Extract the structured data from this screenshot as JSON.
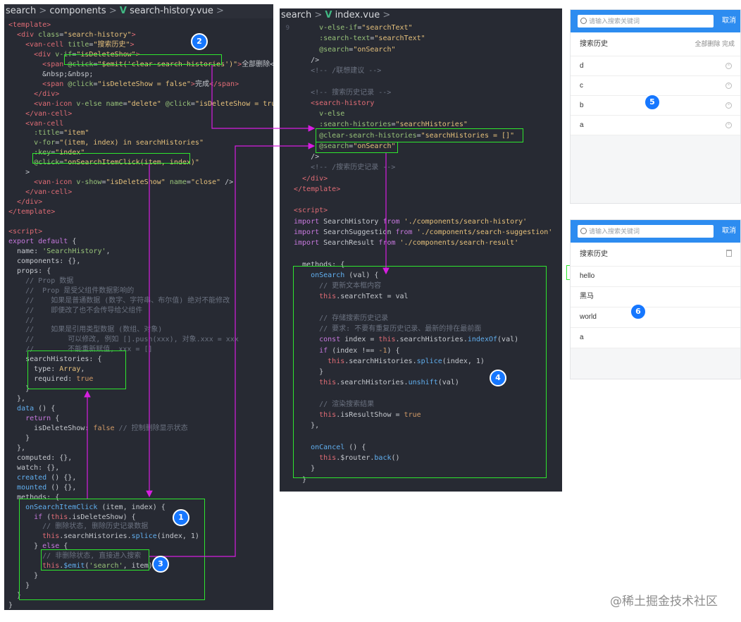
{
  "left_panel": {
    "breadcrumb": {
      "part1": "search",
      "part2": "components",
      "file": "search-history.vue"
    },
    "lines": [
      [
        [
          "t",
          "<template>"
        ]
      ],
      [
        [
          "w",
          "  "
        ],
        [
          "t",
          "<div"
        ],
        [
          "a",
          " class"
        ],
        [
          "w",
          "="
        ],
        [
          "s",
          "\"search-history\""
        ],
        [
          "t",
          ">"
        ]
      ],
      [
        [
          "w",
          "    "
        ],
        [
          "t",
          "<van-cell"
        ],
        [
          "a",
          " title"
        ],
        [
          "w",
          "="
        ],
        [
          "s",
          "\"搜索历史\""
        ],
        [
          "t",
          ">"
        ]
      ],
      [
        [
          "w",
          "      "
        ],
        [
          "t",
          "<div"
        ],
        [
          "a",
          " v-if"
        ],
        [
          "w",
          "="
        ],
        [
          "s",
          "\"isDeleteShow\""
        ],
        [
          "t",
          ">"
        ]
      ],
      [
        [
          "w",
          "        "
        ],
        [
          "t",
          "<span"
        ],
        [
          "a",
          " @click"
        ],
        [
          "w",
          "="
        ],
        [
          "s",
          "\"$emit('clear-search-histories')\""
        ],
        [
          "t",
          ">"
        ],
        [
          "w",
          "全部删除</sp"
        ]
      ],
      [
        [
          "w",
          "        &nbsp;&nbsp;"
        ]
      ],
      [
        [
          "w",
          "        "
        ],
        [
          "t",
          "<span"
        ],
        [
          "a",
          " @click"
        ],
        [
          "w",
          "="
        ],
        [
          "s",
          "\"isDeleteShow = false\""
        ],
        [
          "t",
          ">"
        ],
        [
          "w",
          "完成"
        ],
        [
          "t",
          "</span>"
        ]
      ],
      [
        [
          "w",
          "      "
        ],
        [
          "t",
          "</div>"
        ]
      ],
      [
        [
          "w",
          "      "
        ],
        [
          "t",
          "<van-icon"
        ],
        [
          "a",
          " v-else name"
        ],
        [
          "w",
          "="
        ],
        [
          "s",
          "\"delete\""
        ],
        [
          "a",
          " @click"
        ],
        [
          "w",
          "="
        ],
        [
          "s",
          "\"isDeleteShow = true\""
        ],
        [
          "w",
          " /"
        ]
      ],
      [
        [
          "w",
          "    "
        ],
        [
          "t",
          "</van-cell>"
        ]
      ],
      [
        [
          "w",
          "    "
        ],
        [
          "t",
          "<van-cell"
        ]
      ],
      [
        [
          "a",
          "      :title"
        ],
        [
          "w",
          "="
        ],
        [
          "s",
          "\"item\""
        ]
      ],
      [
        [
          "a",
          "      v-for"
        ],
        [
          "w",
          "="
        ],
        [
          "s",
          "\"(item, index) in searchHistories\""
        ]
      ],
      [
        [
          "a",
          "      :key"
        ],
        [
          "w",
          "="
        ],
        [
          "s",
          "\"index\""
        ]
      ],
      [
        [
          "a",
          "      @click"
        ],
        [
          "w",
          "="
        ],
        [
          "s",
          "\"onSearchItemClick(item, index)\""
        ]
      ],
      [
        [
          "w",
          "    >"
        ]
      ],
      [
        [
          "w",
          "      "
        ],
        [
          "t",
          "<van-icon"
        ],
        [
          "a",
          " v-show"
        ],
        [
          "w",
          "="
        ],
        [
          "s",
          "\"isDeleteShow\""
        ],
        [
          "a",
          " name"
        ],
        [
          "w",
          "="
        ],
        [
          "s",
          "\"close\""
        ],
        [
          "w",
          " />"
        ]
      ],
      [
        [
          "w",
          "    "
        ],
        [
          "t",
          "</van-cell>"
        ]
      ],
      [
        [
          "w",
          "  "
        ],
        [
          "t",
          "</div>"
        ]
      ],
      [
        [
          "t",
          "</template>"
        ]
      ],
      [
        [
          "w",
          ""
        ]
      ],
      [
        [
          "t",
          "<script>"
        ]
      ],
      [
        [
          "k",
          "export default"
        ],
        [
          "w",
          " {"
        ]
      ],
      [
        [
          "w",
          "  name: "
        ],
        [
          "a",
          "'SearchHistory'"
        ],
        [
          "w",
          ","
        ]
      ],
      [
        [
          "w",
          "  components: {},"
        ]
      ],
      [
        [
          "w",
          "  props: {"
        ]
      ],
      [
        [
          "c",
          "    // Prop 数据"
        ]
      ],
      [
        [
          "c",
          "    //  Prop 是受父组件数据影响的"
        ]
      ],
      [
        [
          "c",
          "    //    如果是普通数据 (数字、字符串、布尔值) 绝对不能修改"
        ]
      ],
      [
        [
          "c",
          "    //    即便改了也不会传导给父组件"
        ]
      ],
      [
        [
          "c",
          "    //"
        ]
      ],
      [
        [
          "c",
          "    //    如果是引用类型数据 (数组、对象)"
        ]
      ],
      [
        [
          "c",
          "    //        可以修改, 例如 [].push(xxx), 对象.xxx = xxx"
        ]
      ],
      [
        [
          "c",
          "    //        不能重新赋值, xxx = []"
        ]
      ],
      [
        [
          "w",
          "    searchHistories: {"
        ]
      ],
      [
        [
          "w",
          "      type: "
        ],
        [
          "s",
          "Array"
        ],
        [
          "w",
          ","
        ]
      ],
      [
        [
          "w",
          "      required: "
        ],
        [
          "n",
          "true"
        ]
      ],
      [
        [
          "w",
          "    }"
        ]
      ],
      [
        [
          "w",
          "  },"
        ]
      ],
      [
        [
          "w",
          "  "
        ],
        [
          "f",
          "data"
        ],
        [
          "w",
          " () {"
        ]
      ],
      [
        [
          "k",
          "    return"
        ],
        [
          "w",
          " {"
        ]
      ],
      [
        [
          "w",
          "      isDeleteShow: "
        ],
        [
          "n",
          "false"
        ],
        [
          "c",
          " // 控制删除显示状态"
        ]
      ],
      [
        [
          "w",
          "    }"
        ]
      ],
      [
        [
          "w",
          "  },"
        ]
      ],
      [
        [
          "w",
          "  computed: {},"
        ]
      ],
      [
        [
          "w",
          "  watch: {},"
        ]
      ],
      [
        [
          "w",
          "  "
        ],
        [
          "f",
          "created"
        ],
        [
          "w",
          " () {},"
        ]
      ],
      [
        [
          "w",
          "  "
        ],
        [
          "f",
          "mounted"
        ],
        [
          "w",
          " () {},"
        ]
      ],
      [
        [
          "w",
          "  methods: {"
        ]
      ],
      [
        [
          "w",
          "    "
        ],
        [
          "f",
          "onSearchItemClick"
        ],
        [
          "w",
          " (item, index) {"
        ]
      ],
      [
        [
          "k",
          "      if"
        ],
        [
          "w",
          " ("
        ],
        [
          "t",
          "this"
        ],
        [
          "w",
          ".isDeleteShow) {"
        ]
      ],
      [
        [
          "c",
          "        // 删除状态, 删除历史记录数据"
        ]
      ],
      [
        [
          "t",
          "        this"
        ],
        [
          "w",
          ".searchHistories."
        ],
        [
          "f",
          "splice"
        ],
        [
          "w",
          "(index, 1)"
        ]
      ],
      [
        [
          "w",
          "      } "
        ],
        [
          "k",
          "else"
        ],
        [
          "w",
          " {"
        ]
      ],
      [
        [
          "c",
          "        // 非删除状态, 直接进入搜索"
        ]
      ],
      [
        [
          "t",
          "        this"
        ],
        [
          "w",
          "."
        ],
        [
          "f",
          "$emit"
        ],
        [
          "w",
          "("
        ],
        [
          "a",
          "'search'"
        ],
        [
          "w",
          ", item)"
        ]
      ],
      [
        [
          "w",
          "      }"
        ]
      ],
      [
        [
          "w",
          "    }"
        ]
      ],
      [
        [
          "w",
          "  }"
        ]
      ],
      [
        [
          "w",
          "}"
        ]
      ]
    ]
  },
  "middle_panel": {
    "breadcrumb": {
      "part1": "search",
      "file": "index.vue"
    },
    "gutter": [
      "9",
      "",
      "",
      "",
      "",
      "",
      "",
      "",
      "",
      "",
      "",
      "",
      "",
      "",
      "",
      "",
      "",
      "",
      "",
      "",
      "",
      "",
      "",
      "",
      "",
      "",
      "",
      "",
      "",
      "",
      "",
      "",
      "",
      "",
      "",
      "",
      "",
      "",
      "",
      "",
      "",
      "",
      "",
      ""
    ],
    "lines": [
      [
        [
          "a",
          "      v-else-if"
        ],
        [
          "w",
          "="
        ],
        [
          "s",
          "\"searchText\""
        ]
      ],
      [
        [
          "a",
          "      :search-text"
        ],
        [
          "w",
          "="
        ],
        [
          "s",
          "\"searchText\""
        ]
      ],
      [
        [
          "a",
          "      @search"
        ],
        [
          "w",
          "="
        ],
        [
          "s",
          "\"onSearch\""
        ]
      ],
      [
        [
          "w",
          "    />"
        ]
      ],
      [
        [
          "c",
          "    <!-- /联想建议 -->"
        ]
      ],
      [
        [
          "w",
          ""
        ]
      ],
      [
        [
          "c",
          "    <!-- 搜索历史记录 -->"
        ]
      ],
      [
        [
          "t",
          "    <search-history"
        ]
      ],
      [
        [
          "a",
          "      v-else"
        ]
      ],
      [
        [
          "a",
          "      :search-histories"
        ],
        [
          "w",
          "="
        ],
        [
          "s",
          "\"searchHistories\""
        ]
      ],
      [
        [
          "a",
          "      @clear-search-histories"
        ],
        [
          "w",
          "="
        ],
        [
          "s",
          "\"searchHistories = []\""
        ]
      ],
      [
        [
          "a",
          "      @search"
        ],
        [
          "w",
          "="
        ],
        [
          "s",
          "\"onSearch\""
        ]
      ],
      [
        [
          "w",
          "    />"
        ]
      ],
      [
        [
          "c",
          "    <!-- /搜索历史记录 -->"
        ]
      ],
      [
        [
          "t",
          "  </div>"
        ]
      ],
      [
        [
          "t",
          "</template>"
        ]
      ],
      [
        [
          "w",
          ""
        ]
      ],
      [
        [
          "t",
          "<script>"
        ]
      ],
      [
        [
          "k",
          "import"
        ],
        [
          "w",
          " SearchHistory "
        ],
        [
          "k",
          "from"
        ],
        [
          "s",
          " './components/search-history'"
        ]
      ],
      [
        [
          "k",
          "import"
        ],
        [
          "w",
          " SearchSuggestion "
        ],
        [
          "k",
          "from"
        ],
        [
          "s",
          " './components/search-suggestion'"
        ]
      ],
      [
        [
          "k",
          "import"
        ],
        [
          "w",
          " SearchResult "
        ],
        [
          "k",
          "from"
        ],
        [
          "s",
          " './components/search-result'"
        ]
      ],
      [
        [
          "w",
          ""
        ]
      ],
      [
        [
          "w",
          "  methods: {"
        ]
      ],
      [
        [
          "w",
          "    "
        ],
        [
          "f",
          "onSearch"
        ],
        [
          "w",
          " (val) {"
        ]
      ],
      [
        [
          "c",
          "      // 更新文本框内容"
        ]
      ],
      [
        [
          "t",
          "      this"
        ],
        [
          "w",
          ".searchText = val"
        ]
      ],
      [
        [
          "w",
          ""
        ]
      ],
      [
        [
          "c",
          "      // 存储搜索历史记录"
        ]
      ],
      [
        [
          "c",
          "      // 要求: 不要有重复历史记录、最新的排在最前面"
        ]
      ],
      [
        [
          "k",
          "      const"
        ],
        [
          "w",
          " index = "
        ],
        [
          "t",
          "this"
        ],
        [
          "w",
          ".searchHistories."
        ],
        [
          "f",
          "indexOf"
        ],
        [
          "w",
          "(val)"
        ]
      ],
      [
        [
          "k",
          "      if"
        ],
        [
          "w",
          " (index !== "
        ],
        [
          "n",
          "-1"
        ],
        [
          "w",
          ") {"
        ]
      ],
      [
        [
          "t",
          "        this"
        ],
        [
          "w",
          ".searchHistories."
        ],
        [
          "f",
          "splice"
        ],
        [
          "w",
          "(index, 1)"
        ]
      ],
      [
        [
          "w",
          "      }"
        ]
      ],
      [
        [
          "t",
          "      this"
        ],
        [
          "w",
          ".searchHistories."
        ],
        [
          "f",
          "unshift"
        ],
        [
          "w",
          "(val)"
        ]
      ],
      [
        [
          "w",
          ""
        ]
      ],
      [
        [
          "c",
          "      // 渲染搜索结果"
        ]
      ],
      [
        [
          "t",
          "      this"
        ],
        [
          "w",
          ".isResultShow = "
        ],
        [
          "n",
          "true"
        ]
      ],
      [
        [
          "w",
          "    },"
        ]
      ],
      [
        [
          "w",
          ""
        ]
      ],
      [
        [
          "w",
          "    "
        ],
        [
          "f",
          "onCancel"
        ],
        [
          "w",
          " () {"
        ]
      ],
      [
        [
          "t",
          "      this"
        ],
        [
          "w",
          ".$router."
        ],
        [
          "f",
          "back"
        ],
        [
          "w",
          "()"
        ]
      ],
      [
        [
          "w",
          "    }"
        ]
      ],
      [
        [
          "w",
          "  }"
        ]
      ]
    ]
  },
  "phone_top": {
    "placeholder": "请输入搜索关键词",
    "cancel": "取消",
    "history_title": "搜索历史",
    "delete_all": "全部删除",
    "done": "完成",
    "items": [
      "d",
      "c",
      "b",
      "a"
    ]
  },
  "phone_bottom": {
    "placeholder": "请输入搜索关键词",
    "cancel": "取消",
    "history_title": "搜索历史",
    "items": [
      "hello",
      "黑马",
      "world",
      "a"
    ]
  },
  "badges": [
    "1",
    "2",
    "3",
    "4",
    "5",
    "6"
  ],
  "watermark": "@稀土掘金技术社区",
  "colors": {
    "editor_bg": "#272a33",
    "highlight": "#2ee62e",
    "arrow": "#d61ee0",
    "badge": "#1677ff",
    "phone_header": "#2d8cf0"
  }
}
